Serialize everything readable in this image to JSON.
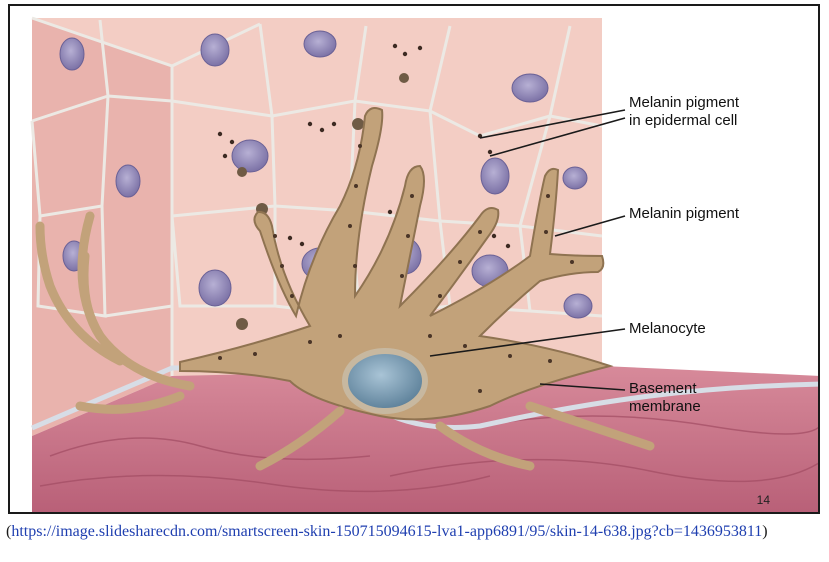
{
  "labels": {
    "melanin_epidermal": "Melanin pigment\nin epidermal cell",
    "melanin_pigment": "Melanin pigment",
    "melanocyte": "Melanocyte",
    "basement_membrane": "Basement\nmembrane"
  },
  "slide_number": "14",
  "caption": {
    "open_paren": "(",
    "url": "https://image.slidesharecdn.com/smartscreen-skin-150715094615-lva1-app6891/95/skin-14-638.jpg?cb=1436953811",
    "close_paren": ")"
  },
  "colors": {
    "cell_fill": "#f3cdc4",
    "cell_border": "#e6e2dc",
    "side_face": "#e5a7a2",
    "nucleus": "#8f86b4",
    "melanocyte": "#c2a27a",
    "melanocyte_outline": "#8f7351",
    "dermis": "#c77689",
    "membrane": "#d7dde6",
    "link": "#1f3fb0"
  }
}
